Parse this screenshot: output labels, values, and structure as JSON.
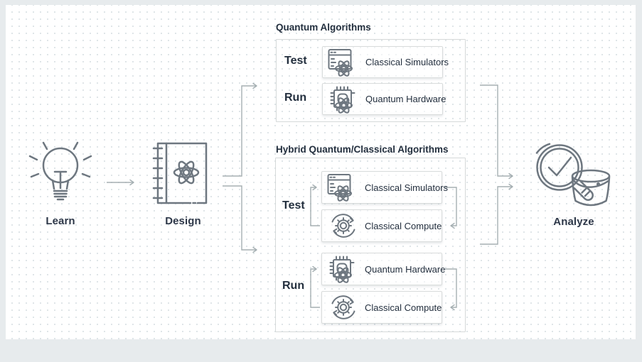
{
  "steps": {
    "learn": "Learn",
    "design": "Design",
    "analyze": "Analyze"
  },
  "quantum_section": {
    "title": "Quantum Algorithms",
    "test_label": "Test",
    "run_label": "Run",
    "test_card": "Classical Simulators",
    "run_card": "Quantum Hardware"
  },
  "hybrid_section": {
    "title": "Hybrid Quantum/Classical Algorithms",
    "test_label": "Test",
    "run_label": "Run",
    "test_cards": [
      "Classical Simulators",
      "Classical Compute"
    ],
    "run_cards": [
      "Quantum Hardware",
      "Classical Compute"
    ]
  },
  "icons": {
    "learn": "lightbulb-icon",
    "design": "notebook-atom-icon",
    "classical_simulators": "browser-atom-icon",
    "quantum_hardware": "chip-atom-icon",
    "classical_compute": "gear-refresh-icon",
    "analyze": "magnifier-check-bucket-icon"
  },
  "colors": {
    "frame": "#e7ebed",
    "panel": "#ffffff",
    "dot": "#dfe5e8",
    "ink_text": "#232f3e",
    "icon_stroke": "#6e7780",
    "connector": "#a5afb2",
    "box_border": "#d5d9d9"
  }
}
